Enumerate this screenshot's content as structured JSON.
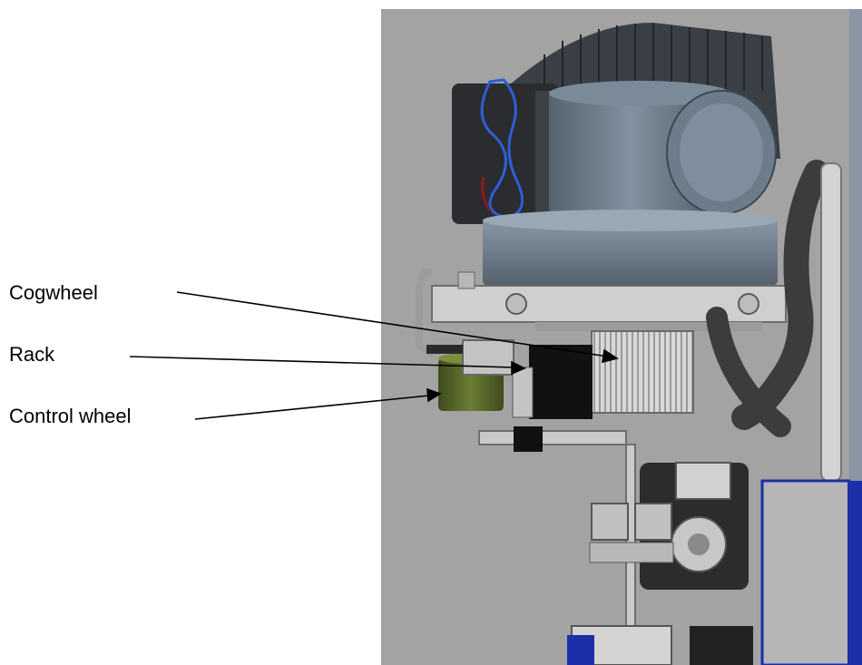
{
  "labels": {
    "cogwheel": "Cogwheel",
    "rack": "Rack",
    "control_wheel": "Control wheel"
  },
  "colors": {
    "background": "#ffffff",
    "render_backdrop": "#a2a2a2",
    "motor_body": "#6f7f8f",
    "control_wheel": "#5a6a2c",
    "frame_blue": "#1c2fa8",
    "wire_blue": "#2d5fd6",
    "hose": "#3c3c3c"
  }
}
